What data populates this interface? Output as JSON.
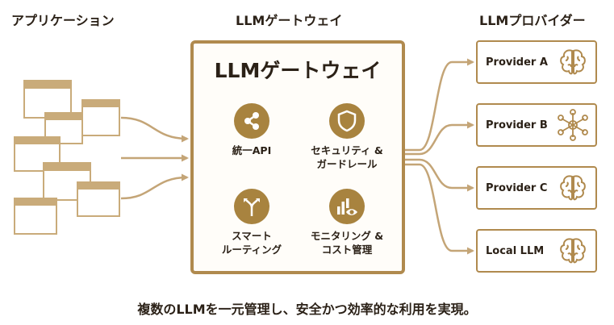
{
  "headers": {
    "applications": "アプリケーション",
    "gateway": "LLMゲートウェイ",
    "providers": "LLMプロバイダー"
  },
  "gateway": {
    "title": "LLMゲートウェイ",
    "features": [
      {
        "label": "統一API",
        "icon": "share-icon"
      },
      {
        "label": "セキュリティ &\nガードレール",
        "icon": "shield-icon"
      },
      {
        "label": "スマート\nルーティング",
        "icon": "route-split-icon"
      },
      {
        "label": "モニタリング &\nコスト管理",
        "icon": "chart-eye-icon"
      }
    ]
  },
  "providers": [
    {
      "label": "Provider A",
      "icon": "brain-icon"
    },
    {
      "label": "Provider B",
      "icon": "network-icon"
    },
    {
      "label": "Provider C",
      "icon": "brain-icon"
    },
    {
      "label": "Local LLM",
      "icon": "brain-icon"
    }
  ],
  "caption": "複数のLLMを一元管理し、安全かつ効率的な利用を実現。",
  "colors": {
    "accent": "#a8833f",
    "border": "#b08a4e",
    "window_header": "#c9ab7a",
    "arrow": "#c4a577",
    "text": "#2b2117"
  }
}
